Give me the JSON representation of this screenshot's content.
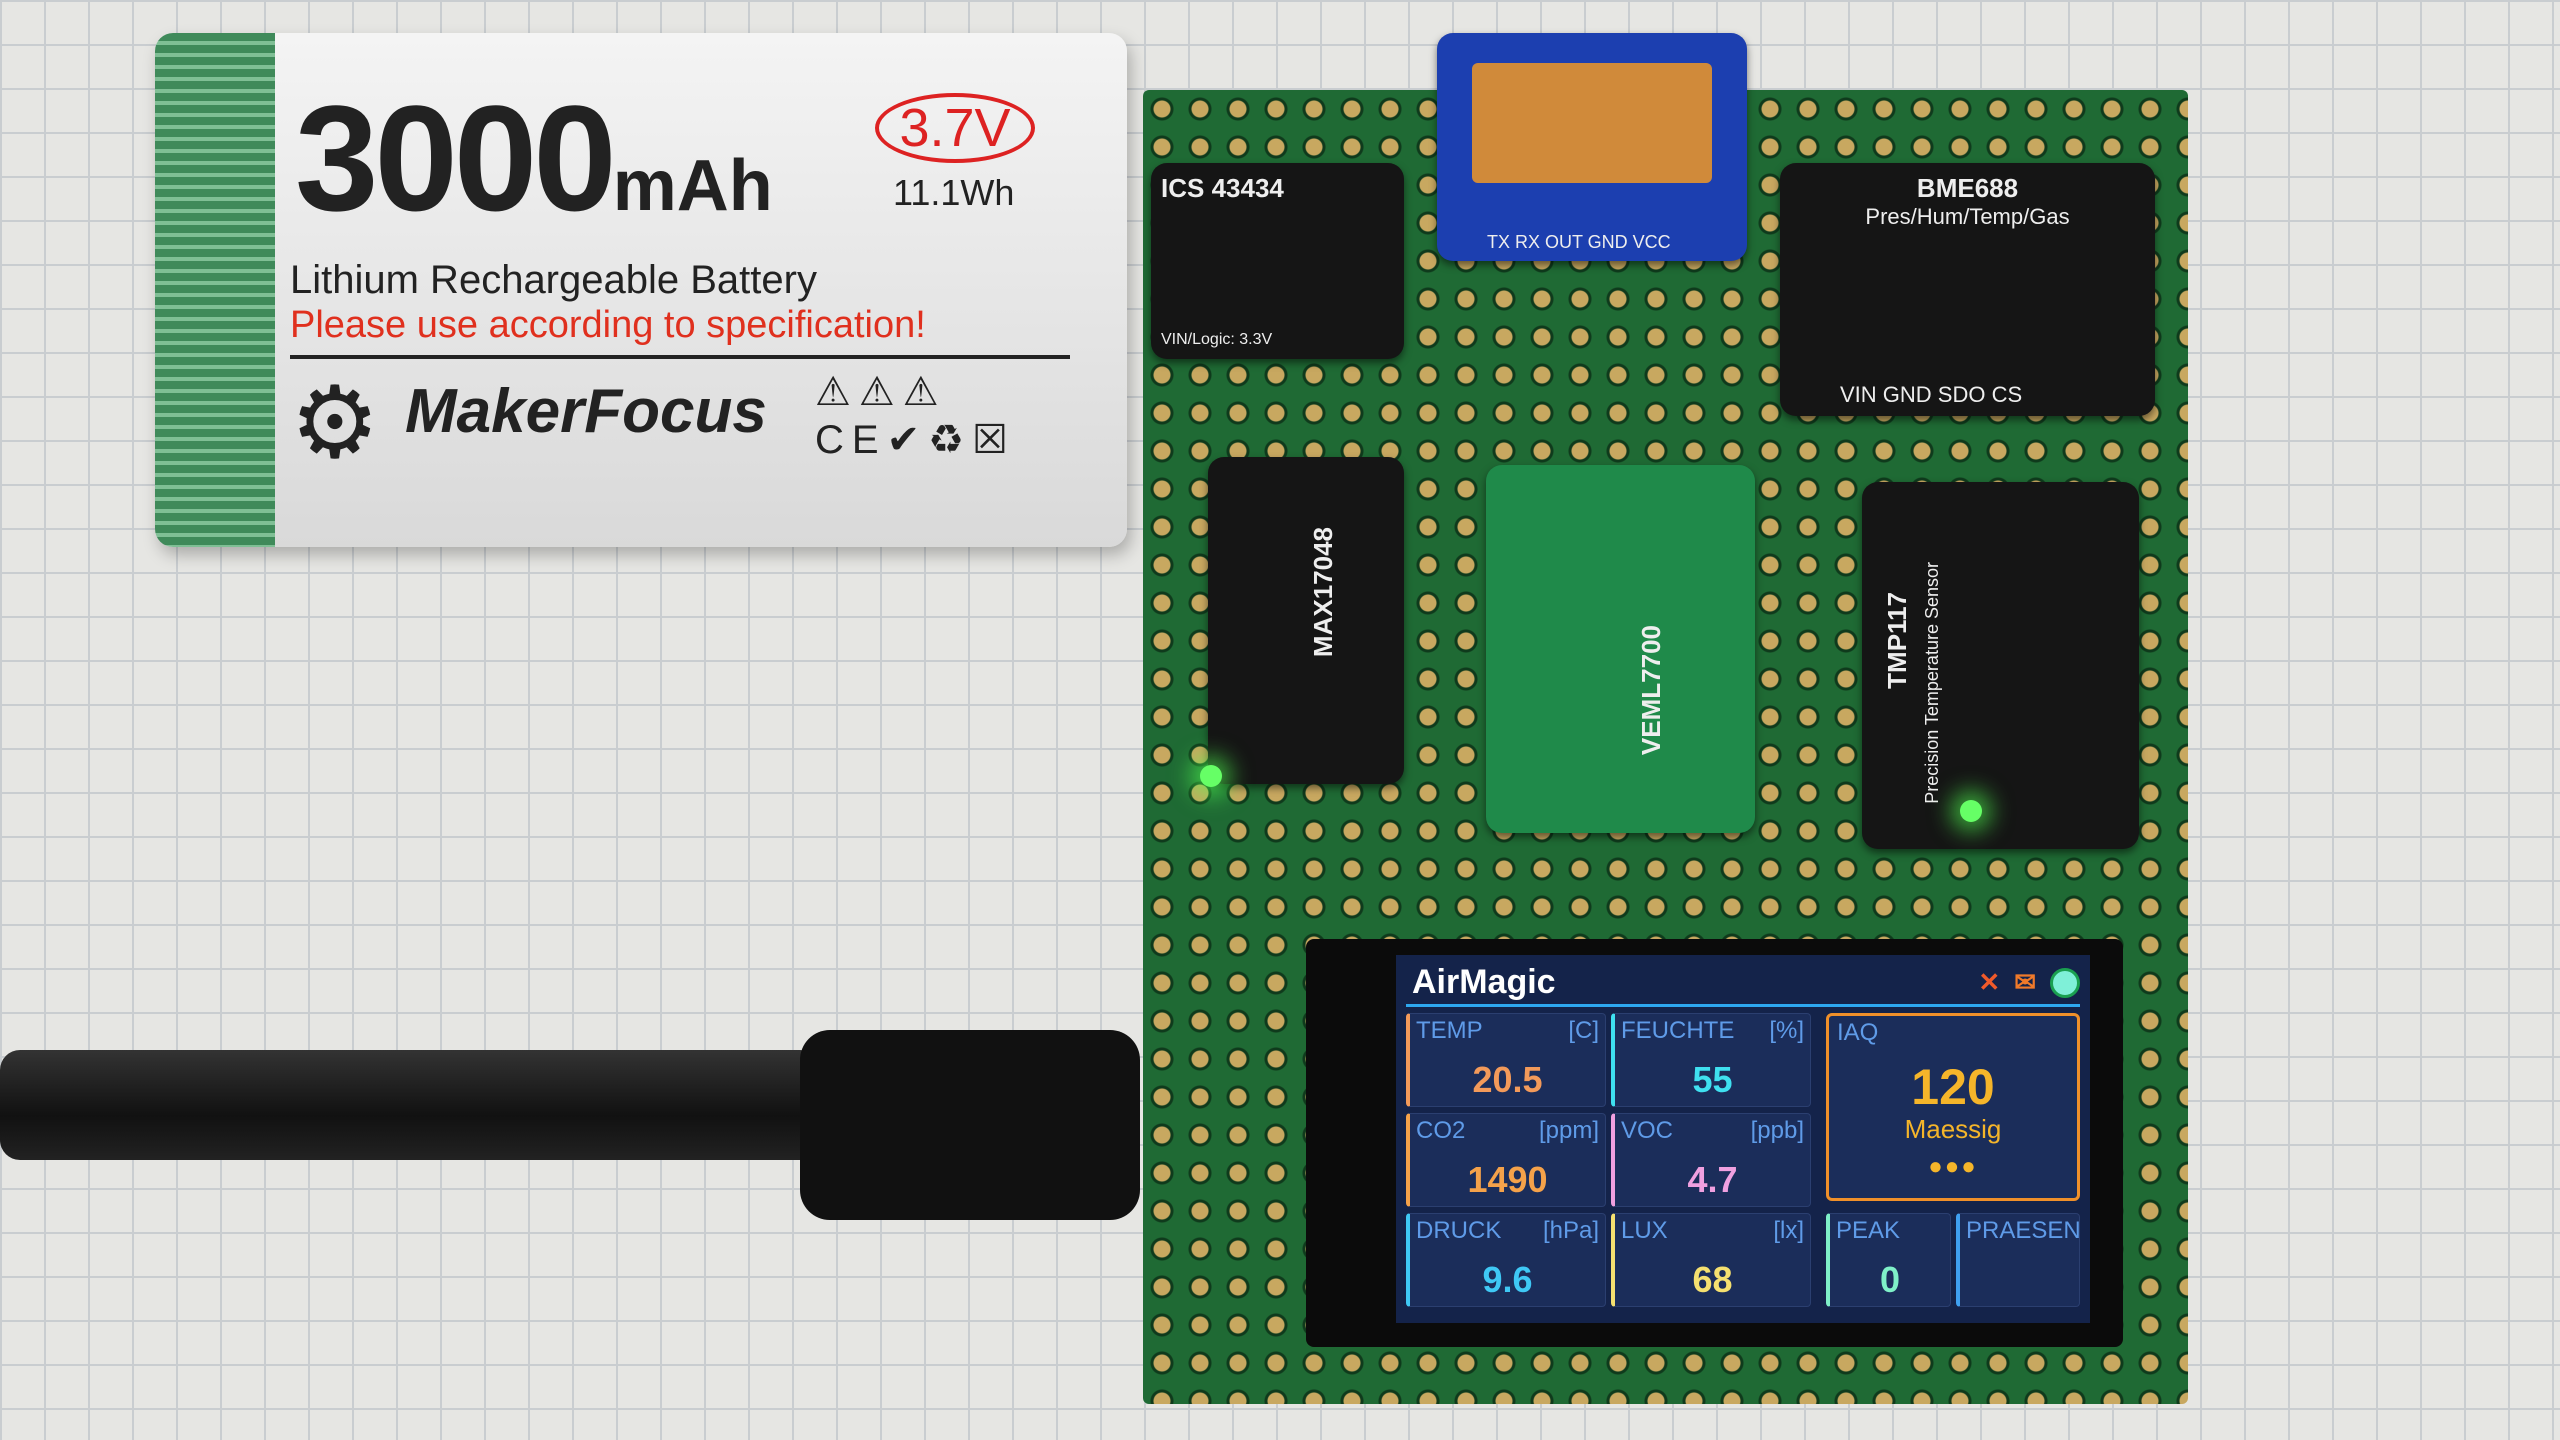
{
  "battery": {
    "capacity": "3000",
    "unit": "mAh",
    "voltage": "3.7V",
    "energy": "11.1Wh",
    "type": "Lithium Rechargeable Battery",
    "warning": "Please use according to specification!",
    "brand": "MakerFocus"
  },
  "boards": {
    "ics": "ICS 43434",
    "ics_sub": "VIN/Logic: 3.3V",
    "max": "MAX17048",
    "bme": "BME688",
    "bme_sub": "Pres/Hum/Temp/Gas",
    "bme_pins": "VIN GND SDO CS",
    "veml": "VEML7700",
    "tmp": "TMP117",
    "tmp_sub": "Precision Temperature Sensor",
    "radar_pins": "TX RX OUT GND VCC"
  },
  "display": {
    "title": "AirMagic",
    "icons": [
      "bug-icon",
      "mail-icon",
      "status-dot-icon"
    ],
    "tiles": [
      {
        "label": "TEMP",
        "unit": "[C]",
        "value": "20.5",
        "color": "#f39a5a"
      },
      {
        "label": "FEUCHTE",
        "unit": "[%]",
        "value": "55",
        "color": "#3fe0f0"
      },
      {
        "label": "CO2",
        "unit": "[ppm]",
        "value": "1490",
        "color": "#f5a24a"
      },
      {
        "label": "VOC",
        "unit": "[ppb]",
        "value": "4.7",
        "color": "#f0a0e0"
      },
      {
        "label": "DRUCK",
        "unit": "[hPa]",
        "value": "9.6",
        "color": "#3fc8f5"
      },
      {
        "label": "LUX",
        "unit": "[lx]",
        "value": "68",
        "color": "#f5e070"
      },
      {
        "label": "PEAK",
        "unit": "",
        "value": "0",
        "color": "#7ff0c8"
      },
      {
        "label": "PRAESENZ",
        "unit": "",
        "value": "",
        "color": "#3fa0f0"
      }
    ],
    "iaq": {
      "label": "IAQ",
      "value": "120",
      "status": "Maessig",
      "dots": "●●●"
    }
  }
}
